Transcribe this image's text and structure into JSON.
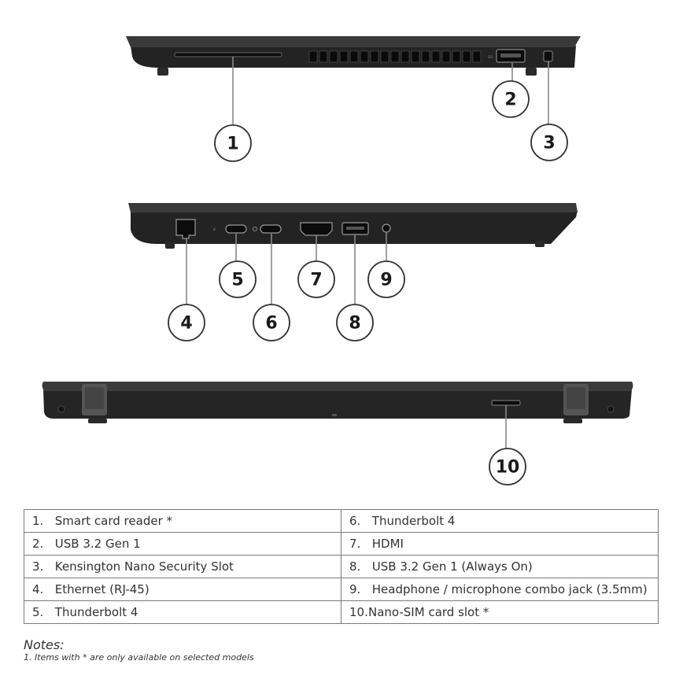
{
  "callouts": [
    "1",
    "2",
    "3",
    "4",
    "5",
    "6",
    "7",
    "8",
    "9",
    "10"
  ],
  "table": {
    "left": [
      {
        "num": "1.",
        "label": "Smart card reader *"
      },
      {
        "num": "2.",
        "label": "USB 3.2 Gen 1"
      },
      {
        "num": "3.",
        "label": "Kensington Nano Security Slot"
      },
      {
        "num": "4.",
        "label": "Ethernet (RJ-45)"
      },
      {
        "num": "5.",
        "label": "Thunderbolt 4"
      }
    ],
    "right": [
      {
        "num": "6.",
        "label": "Thunderbolt 4"
      },
      {
        "num": "7.",
        "label": "HDMI"
      },
      {
        "num": "8.",
        "label": "USB 3.2 Gen 1 (Always On)"
      },
      {
        "num": "9.",
        "label": "Headphone / microphone combo jack (3.5mm)"
      },
      {
        "num": "10.",
        "label": "Nano-SIM card slot *"
      }
    ]
  },
  "notes": {
    "title": "Notes:",
    "lines": [
      "1. Items with * are only available on selected models"
    ]
  },
  "colors": {
    "chassis": "#2b2b2b",
    "chassis_dark": "#1b1b1b",
    "chassis_light": "#4a4a4a",
    "callout_stroke": "#333333",
    "table_border": "#7a7a7a"
  }
}
